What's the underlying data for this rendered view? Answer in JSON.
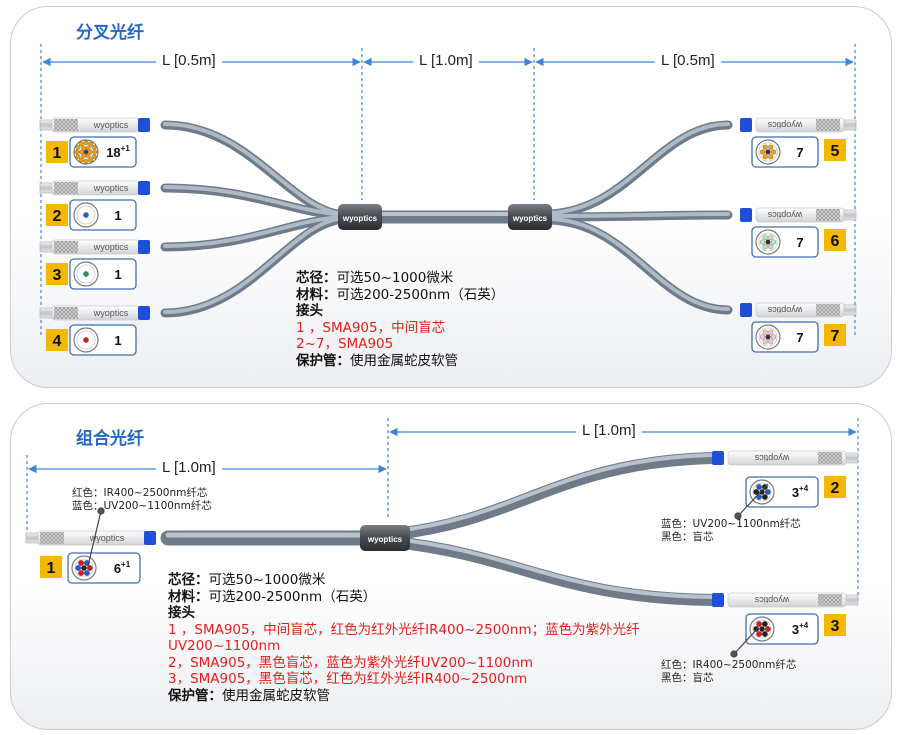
{
  "panel1": {
    "title": "分叉光纤",
    "dims": [
      "L [0.5m]",
      "L [1.0m]",
      "L [0.5m]"
    ],
    "branch_brand": "wyoptics",
    "hub_brand": "wyoptics",
    "left_legs": [
      {
        "num": "1",
        "count": "18",
        "sup": "+1"
      },
      {
        "num": "2",
        "count": "1",
        "sup": ""
      },
      {
        "num": "3",
        "count": "1",
        "sup": ""
      },
      {
        "num": "4",
        "count": "1",
        "sup": ""
      }
    ],
    "right_legs": [
      {
        "num": "5",
        "count": "7",
        "sup": ""
      },
      {
        "num": "6",
        "count": "7",
        "sup": ""
      },
      {
        "num": "7",
        "count": "7",
        "sup": ""
      }
    ],
    "specs": {
      "core_label": "芯径：",
      "core_value": "可选50~1000微米",
      "material_label": "材料：",
      "material_value": "可选200-2500nm（石英）",
      "connector_label": "接头",
      "line1": "1 ，SMA905，中间盲芯",
      "line2": "2~7，SMA905",
      "tube_label": "保护管：",
      "tube_value": "使用金属蛇皮软管"
    }
  },
  "panel2": {
    "title": "组合光纤",
    "dims": [
      "L [1.0m]",
      "L [1.0m]"
    ],
    "brand": "wyoptics",
    "hub_brand": "wyoptics",
    "legs": [
      {
        "num": "1",
        "count": "6",
        "sup": "+1"
      },
      {
        "num": "2",
        "count": "3",
        "sup": "+4"
      },
      {
        "num": "3",
        "count": "3",
        "sup": "+4"
      }
    ],
    "notes_left": [
      "红色：IR400~2500nm纤芯",
      "蓝色：UV200~1100nm纤芯"
    ],
    "notes_2": [
      "蓝色：UV200~1100nm纤芯",
      "黑色：盲芯"
    ],
    "notes_3": [
      "红色：IR400~2500nm纤芯",
      "黑色：盲芯"
    ],
    "specs": {
      "core_label": "芯径：",
      "core_value": "可选50~1000微米",
      "material_label": "材料：",
      "material_value": "可选200-2500nm（石英）",
      "connector_label": "接头",
      "line1a": "1 ，SMA905，中间盲芯，红色为红外光纤IR400~2500nm；蓝色为紫外光纤",
      "line1b": "UV200~1100nm",
      "line2": "2，SMA905，黑色盲芯，蓝色为紫外光纤UV200~1100nm",
      "line3": "3，SMA905，黑色盲芯，红色为红外光纤IR400~2500nm",
      "tube_label": "保护管：",
      "tube_value": "使用金属蛇皮软管"
    }
  },
  "colors": {
    "title_blue": "#2468c4",
    "badge_yellow": "#f5b800",
    "dim_line_blue": "#3f86d6",
    "connector_blue": "#1f4fd8",
    "cable_gray": "#8d9aa8",
    "highlight_red": "#e3201b",
    "fiber_orange": "#f0a010",
    "fiber_blue": "#1b5fd8",
    "fiber_red": "#e01818"
  }
}
